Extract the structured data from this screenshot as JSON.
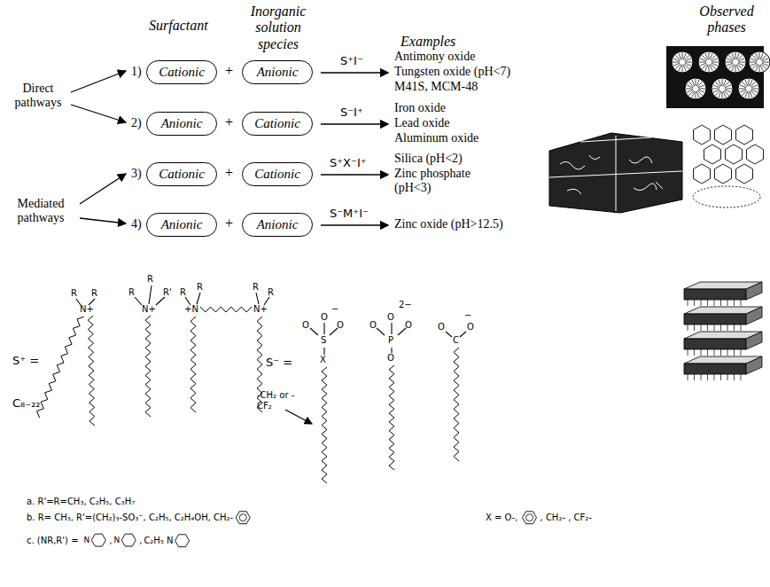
{
  "diagram": {
    "nodes": [
      {
        "text": [
          "Cationic"
        ]
      },
      {
        "text": [
          "Anionic"
        ]
      },
      {
        "text": [
          "Anionic"
        ]
      },
      {
        "text": [
          "Cationic"
        ]
      },
      {
        "text": [
          "Cationic"
        ]
      },
      {
        "text": [
          "Cationic"
        ]
      },
      {
        "text": [
          "Anionic"
        ]
      },
      {
        "text": [
          "Anionic"
        ]
      }
    ],
    "labels": [
      "Surfactant",
      "Inorganic solution species",
      "Examples",
      "Observed phases",
      "Direct pathways",
      "Mediated pathways",
      "1)",
      "2)",
      "3)",
      "4)",
      "+",
      "+",
      "+",
      "+",
      "S⁺I⁻",
      "Antimony oxide",
      "Tungsten oxide (pH<7)",
      "M41S, MCM-48",
      "S⁻I⁺",
      "Iron oxide",
      "Lead oxide",
      "Aluminum oxide",
      "S⁺X⁻I⁺",
      "Silica (pH<2)",
      "Zinc phosphate (pH<3)",
      "S⁻M⁺I⁻",
      "Zinc oxide (pH>12.5)",
      "S⁺ =",
      "C₈₋₂₂",
      "R",
      "R",
      "N+",
      "R",
      "R",
      "R'",
      "N+",
      "R",
      "R",
      "+N",
      "N+",
      "R",
      "R",
      "S⁻ =",
      "O",
      "O",
      "O",
      "S",
      "−",
      "X",
      "O",
      "O",
      "O",
      "P",
      "2−",
      "O",
      "O",
      "C",
      "O",
      "−",
      "-CH₂ or -CF₂",
      "a. R'=R=CH₃, C₂H₅, C₃H₇",
      "b. R= CH₃, R'=(CH₂)₃-SO₃⁻, C₂H₅, C₂H₄OH, CH₂-",
      "c. (NR,R') =",
      "N",
      ",",
      "N",
      ",",
      "C₂H₅ N",
      "X = O-,",
      ", CH₂- , CF₂-"
    ]
  }
}
